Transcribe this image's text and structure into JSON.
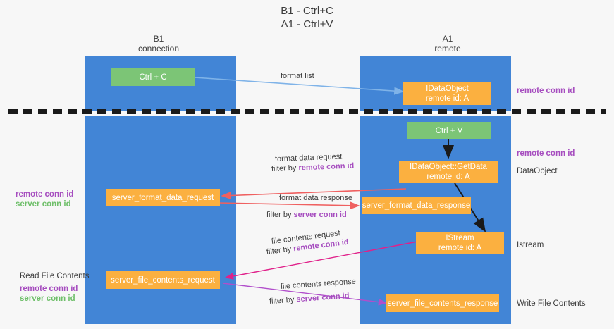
{
  "title": {
    "line1": "B1 - Ctrl+C",
    "line2": "A1 - Ctrl+V"
  },
  "columns": [
    {
      "name": "B1",
      "role": "connection"
    },
    {
      "name": "A1",
      "role": "remote"
    }
  ],
  "colors": {
    "lane": "#4285d6",
    "node_green": "#7cc576",
    "node_orange": "#fbb040",
    "accent_purple": "#a64dbf",
    "accent_green": "#6fbf6a",
    "arrow_blue": "#7fb3e8",
    "arrow_red": "#ef6060",
    "arrow_magenta": "#e0218a",
    "arrow_violet": "#b14ecb",
    "arrow_black": "#1a1a1a",
    "background": "#f7f7f7"
  },
  "nodes": {
    "ctrl_c": {
      "line1": "Ctrl + C"
    },
    "idataobject": {
      "line1": "IDataObject",
      "line2": "remote id: A"
    },
    "ctrl_v": {
      "line1": "Ctrl + V"
    },
    "getdata": {
      "line1": "IDataObject::GetData",
      "line2": "remote id: A"
    },
    "server_format_data_request": {
      "line1": "server_format_data_request"
    },
    "server_format_data_response": {
      "line1": "server_format_data_response"
    },
    "istream": {
      "line1": "IStream",
      "line2": "remote id: A"
    },
    "server_file_contents_request": {
      "line1": "server_file_contents_request"
    },
    "server_file_contents_response": {
      "line1": "server_file_contents_response"
    }
  },
  "right_labels": {
    "top_remote_conn_id": "remote conn id",
    "mid_remote_conn_id": "remote conn id",
    "dataobject": "DataObject",
    "istream": "Istream",
    "write_file_contents": "Write File Contents"
  },
  "left_labels": {
    "mid_remote_conn_id": "remote conn id",
    "mid_server_conn_id": "server conn id",
    "read_file_contents": "Read File Contents",
    "bottom_remote_conn_id": "remote conn id",
    "bottom_server_conn_id": "server conn id"
  },
  "arrows": {
    "format_list": "format list",
    "format_data_request": "format data request",
    "format_data_request_filter_prefix": "filter by ",
    "format_data_request_filter_key": "remote conn id",
    "format_data_response": "format data response",
    "format_data_response_filter_prefix": "filter by ",
    "format_data_response_filter_key": "server conn id",
    "file_contents_request": "file contents request",
    "file_contents_request_filter_prefix": "filter by ",
    "file_contents_request_filter_key": "remote conn id",
    "file_contents_response": "file contents response",
    "file_contents_response_filter_prefix": "filter by ",
    "file_contents_response_filter_key": "server conn id"
  }
}
